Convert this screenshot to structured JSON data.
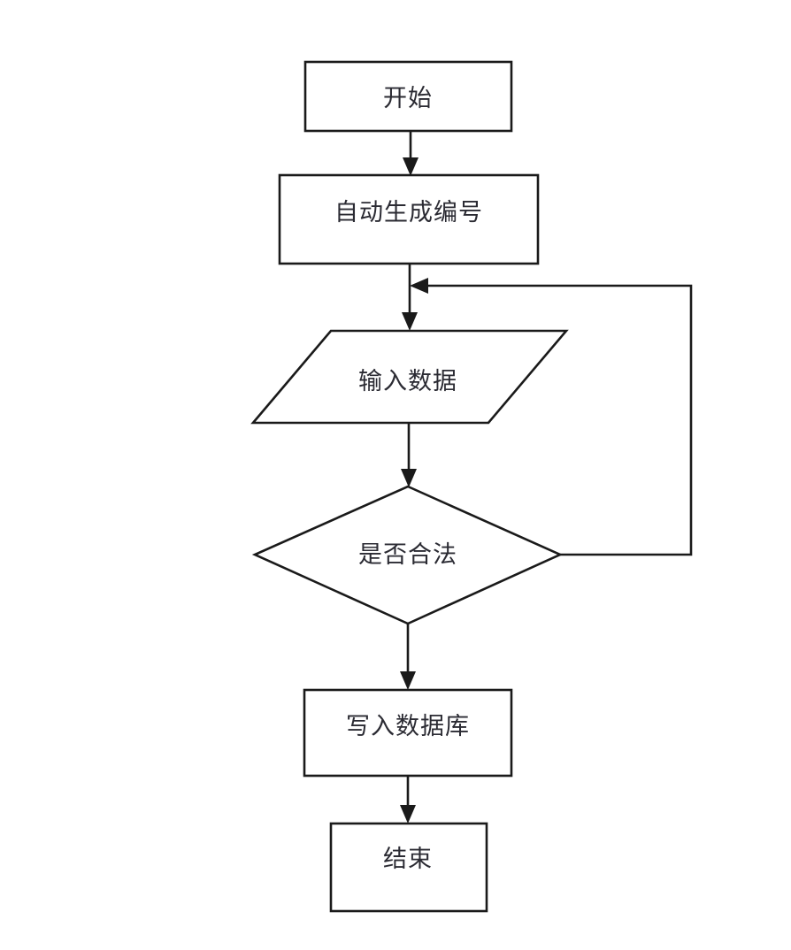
{
  "diagram": {
    "type": "flowchart",
    "orientation": "top-to-bottom",
    "background_color": "#ffffff",
    "line_color": "#1a1a1a",
    "text_color": "#2b2b33",
    "nodes": [
      {
        "id": "start",
        "shape": "rectangle",
        "label": "开始"
      },
      {
        "id": "generate",
        "shape": "rectangle",
        "label": "自动生成编号"
      },
      {
        "id": "input",
        "shape": "parallelogram",
        "label": "输入数据"
      },
      {
        "id": "decision",
        "shape": "diamond",
        "label": "是否合法"
      },
      {
        "id": "write",
        "shape": "rectangle",
        "label": "写入数据库"
      },
      {
        "id": "end",
        "shape": "rectangle",
        "label": "结束"
      }
    ],
    "edges": [
      {
        "from": "start",
        "to": "generate",
        "label": ""
      },
      {
        "from": "generate",
        "to": "input",
        "label": ""
      },
      {
        "from": "input",
        "to": "decision",
        "label": ""
      },
      {
        "from": "decision",
        "to": "write",
        "label": ""
      },
      {
        "from": "write",
        "to": "end",
        "label": ""
      },
      {
        "from": "decision",
        "to": "input",
        "label": ""
      }
    ]
  }
}
